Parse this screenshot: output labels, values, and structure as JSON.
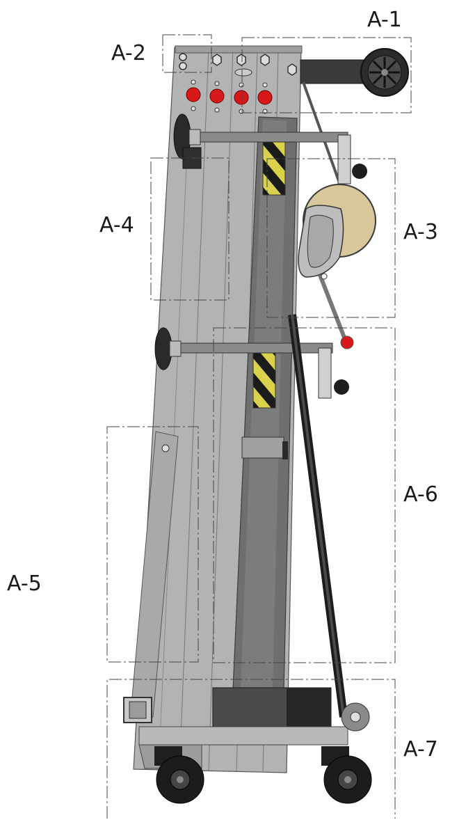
{
  "diagram": {
    "callouts": [
      {
        "id": "a1",
        "label": "A-1"
      },
      {
        "id": "a2",
        "label": "A-2"
      },
      {
        "id": "a3",
        "label": "A-3"
      },
      {
        "id": "a4",
        "label": "A-4"
      },
      {
        "id": "a5",
        "label": "A-5"
      },
      {
        "id": "a6",
        "label": "A-6"
      },
      {
        "id": "a7",
        "label": "A-7"
      }
    ],
    "colors": {
      "frame": "#b5b5b5",
      "frame_dark": "#8f8f8f",
      "mast_inner": "#6b6b6b",
      "hazard_yellow": "#d9d24a",
      "hazard_black": "#1a1a1a",
      "drum": "#d8c79a",
      "red_knob": "#d81818",
      "wheel": "#1c1c1c",
      "dash_box": "#444444"
    }
  }
}
